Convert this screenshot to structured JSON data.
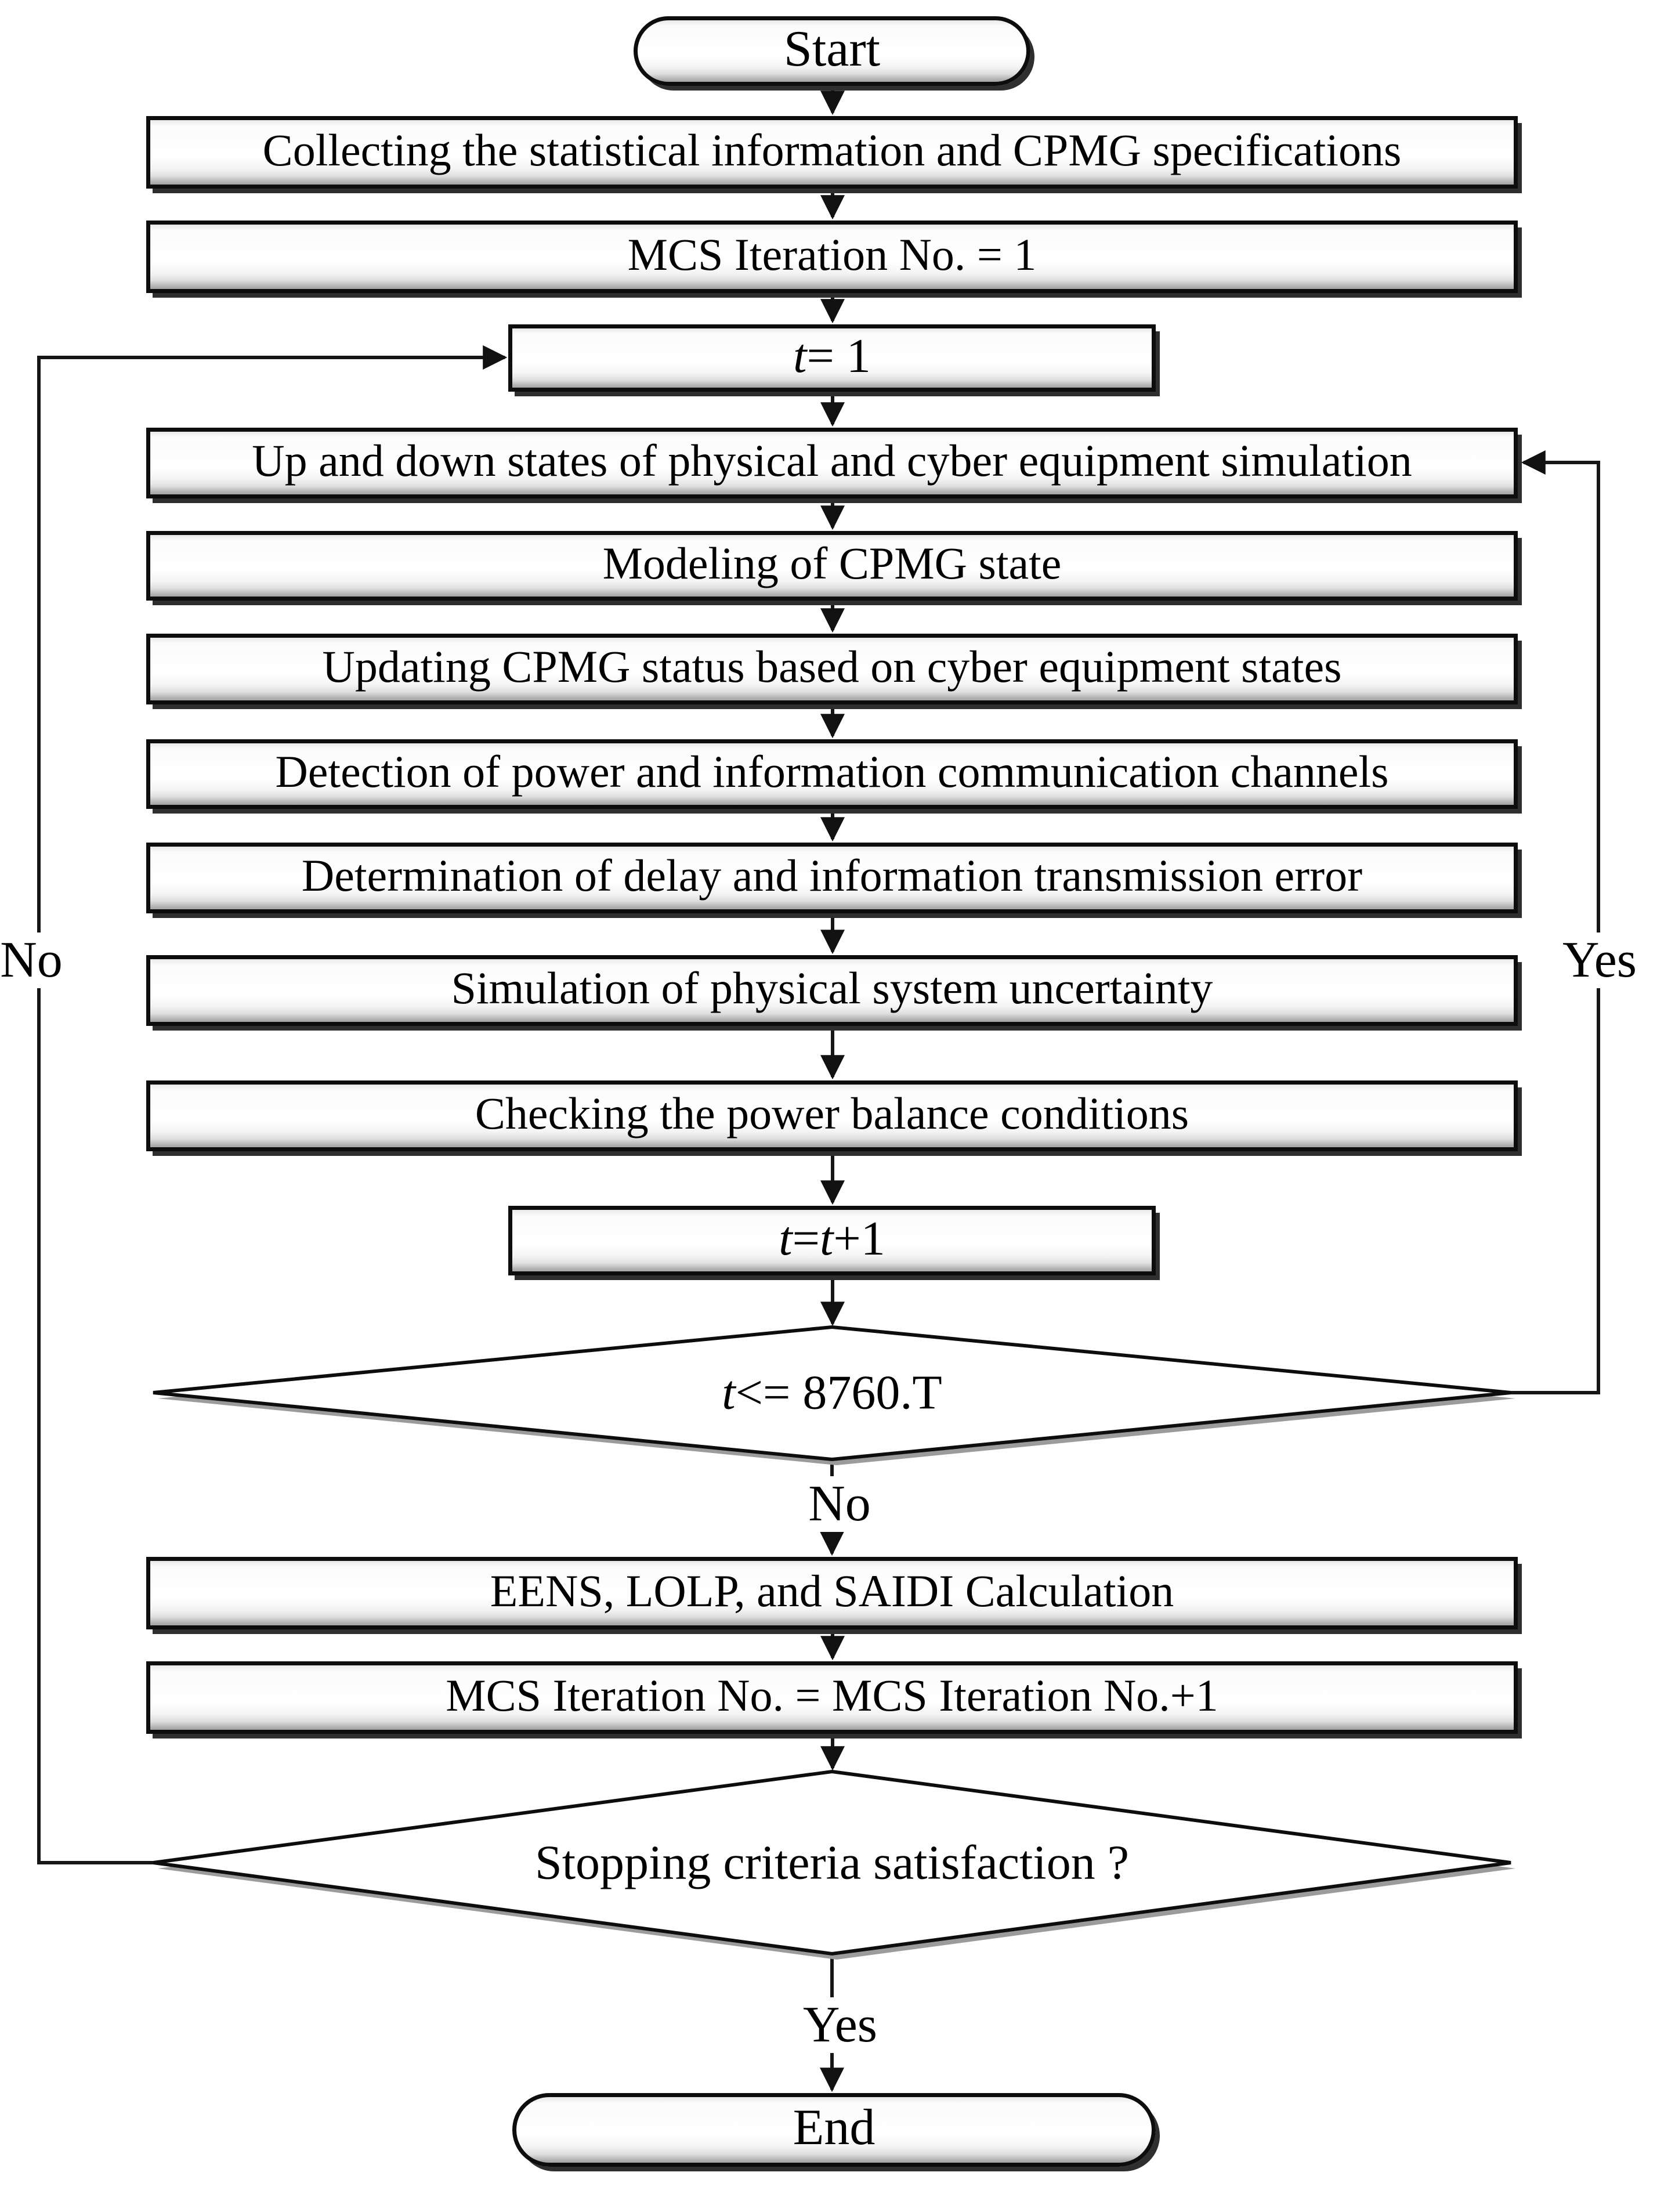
{
  "nodes": {
    "start": {
      "label": "Start"
    },
    "collect": {
      "label": "Collecting the statistical information and CPMG specifications"
    },
    "mcs_init": {
      "label": "MCS Iteration No. = 1"
    },
    "t_init": {
      "var": "t",
      "rest": " = 1"
    },
    "updown": {
      "label": "Up and down states of physical and cyber equipment simulation"
    },
    "modeling": {
      "label": "Modeling of CPMG state"
    },
    "updating": {
      "label": "Updating CPMG status based on cyber equipment states"
    },
    "detection": {
      "label": "Detection of power and information communication channels"
    },
    "determination": {
      "label": "Determination of delay and information transmission error"
    },
    "simulation": {
      "label": "Simulation of physical system uncertainty"
    },
    "checking": {
      "label": "Checking the power balance conditions"
    },
    "t_inc": {
      "var1": "t",
      "eq": " = ",
      "var2": "t",
      "plus": "+1"
    },
    "t_check": {
      "var": "t",
      "cond": "<= 8760.T"
    },
    "eens": {
      "label": "EENS, LOLP, and SAIDI Calculation"
    },
    "mcs_inc": {
      "label": "MCS Iteration No. = MCS Iteration No.+1"
    },
    "stopping": {
      "label": "Stopping criteria satisfaction ?"
    },
    "end": {
      "label": "End"
    }
  },
  "edge_labels": {
    "t_check_no": "No",
    "t_check_yes": "Yes",
    "stopping_yes": "Yes",
    "stopping_no": "No"
  },
  "colors": {
    "line": "#161616",
    "node_fill": "#ffffff",
    "node_border": "#0d0d0d",
    "bevel_gray": "#a9a9a9",
    "shadow": "#2f2f2f"
  }
}
